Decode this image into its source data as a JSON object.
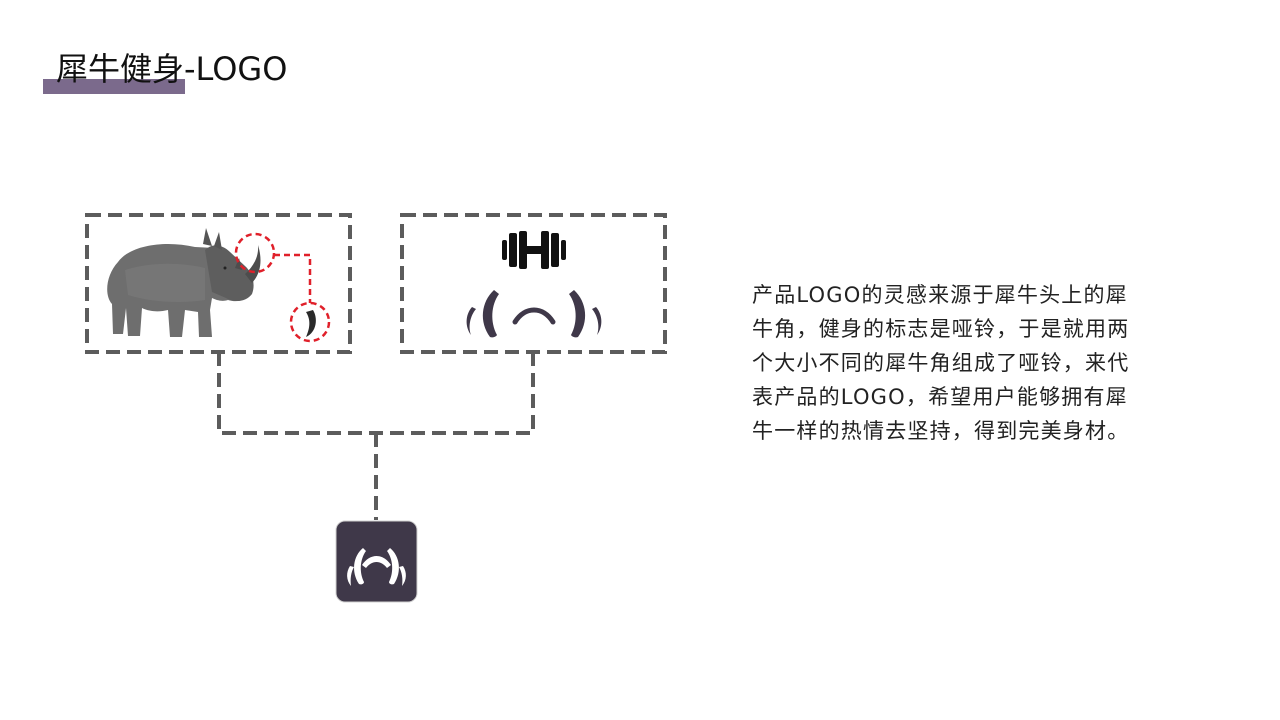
{
  "slide": {
    "title": "犀牛健身-LOGO",
    "description_lines": [
      "产品LOGO的灵感来源于犀牛头上的犀",
      "牛角，健身的标志是哑铃，于是就用两",
      "个大小不同的犀牛角组成了哑铃，来代",
      "表产品的LOGO，希望用户能够拥有犀",
      "牛一样的热情去坚持，得到完美身材。"
    ]
  },
  "diagram": {
    "panels": [
      {
        "name": "rhino-panel",
        "icon": "rhino-image",
        "highlight": "horn-circle-marks"
      },
      {
        "name": "dumbbell-panel",
        "icon": "dumbbell-icon",
        "parts": "horn-shapes"
      }
    ],
    "result": {
      "icon": "rhino-fitness-logo-icon"
    }
  },
  "colors": {
    "accent_purple": "#7b6a8c",
    "logo_bg": "#3f3849",
    "dash_gray": "#5c5c5c",
    "highlight_red": "#e0202a"
  }
}
